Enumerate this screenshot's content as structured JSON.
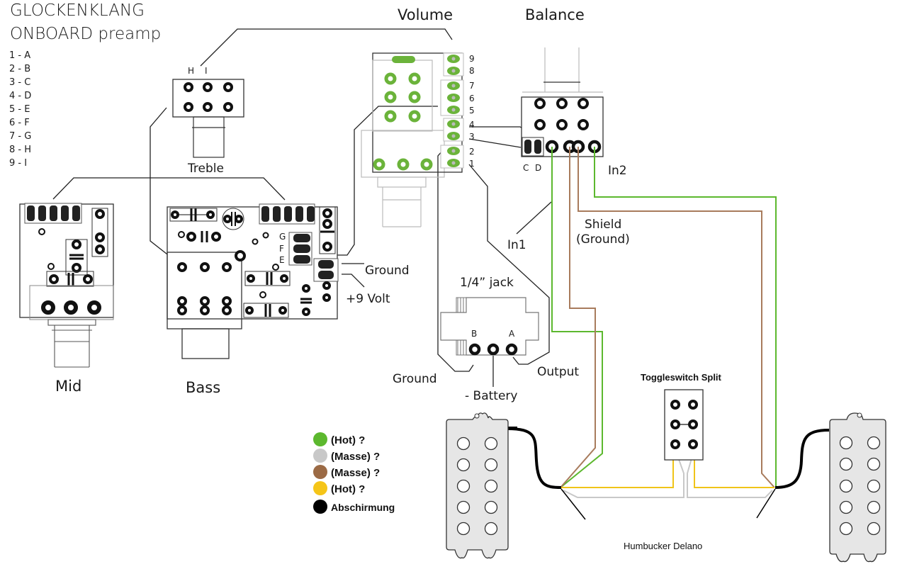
{
  "title": {
    "line1": "GLOCKENKLANG",
    "line2": "ONBOARD preamp"
  },
  "pin_map": [
    "1 - A",
    "2 - B",
    "3 - C",
    "4 - D",
    "5 - E",
    "6 - F",
    "7 - G",
    "8 - H",
    "9 - I"
  ],
  "components": {
    "volume": {
      "label": "Volume",
      "pins": [
        "9",
        "8",
        "7",
        "6",
        "5",
        "4",
        "3",
        "2",
        "1"
      ]
    },
    "balance": {
      "label": "Balance",
      "pin_labels": [
        "C",
        "D"
      ],
      "in1": "In1",
      "in2": "In2"
    },
    "treble": {
      "label": "Treble",
      "pin_labels": [
        "H",
        "I"
      ]
    },
    "mid": {
      "label": "Mid"
    },
    "bass": {
      "label": "Bass",
      "pin_labels": [
        "G",
        "F",
        "E"
      ]
    },
    "power": {
      "ground": "Ground",
      "plus9v": "+9 Volt"
    },
    "jack": {
      "label": "1/4” jack",
      "pin_b": "B",
      "pin_a": "A",
      "ground": "Ground",
      "battery": "- Battery",
      "output": "Output"
    },
    "shield": {
      "line1": "Shield",
      "line2": "(Ground)"
    },
    "toggle": {
      "label": "Toggleswitch Split"
    },
    "pickups": {
      "label": "Humbucker Delano"
    }
  },
  "legend": [
    {
      "color": "#5cb82e",
      "label": "(Hot) ?"
    },
    {
      "color": "#c8c8c8",
      "label": "(Masse) ?"
    },
    {
      "color": "#9b6a45",
      "label": "(Masse) ?"
    },
    {
      "color": "#f5c518",
      "label": "(Hot) ?"
    },
    {
      "color": "#000000",
      "label": "Abschirmung"
    }
  ],
  "wire_colors": {
    "green": "#5cb82e",
    "brown": "#a87b5c",
    "yellow": "#f0c419",
    "grey": "#c8c8c8",
    "black": "#000000",
    "pcb_green": "#6bb33a"
  }
}
